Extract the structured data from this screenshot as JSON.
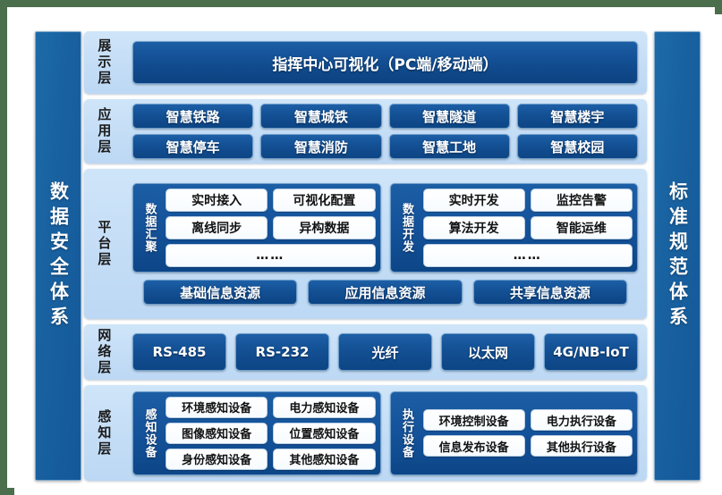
{
  "sidebars": {
    "left": {
      "label": "数据安全体系"
    },
    "right": {
      "label": "标准规范体系"
    }
  },
  "layers": {
    "display": {
      "label": "展示层",
      "banner": "指挥中心可视化（PC端/移动端）"
    },
    "application": {
      "label": "应用层",
      "items": [
        "智慧铁路",
        "智慧城铁",
        "智慧隧道",
        "智慧楼宇",
        "智慧停车",
        "智慧消防",
        "智慧工地",
        "智慧校园"
      ]
    },
    "platform": {
      "label": "平台层",
      "groups": [
        {
          "title": "数据汇聚",
          "rows": [
            [
              "实时接入",
              "可视化配置"
            ],
            [
              "离线同步",
              "异构数据"
            ]
          ],
          "more": "……"
        },
        {
          "title": "数据开发",
          "rows": [
            [
              "实时开发",
              "监控告警"
            ],
            [
              "算法开发",
              "智能运维"
            ]
          ],
          "more": "……"
        }
      ],
      "resources": [
        "基础信息资源",
        "应用信息资源",
        "共享信息资源"
      ]
    },
    "network": {
      "label": "网络层",
      "items": [
        "RS-485",
        "RS-232",
        "光纤",
        "以太网",
        "4G/NB-IoT"
      ]
    },
    "sensing": {
      "label": "感知层",
      "groups": [
        {
          "title": "感知设备",
          "rows": [
            [
              "环境感知设备",
              "电力感知设备"
            ],
            [
              "图像感知设备",
              "位置感知设备"
            ],
            [
              "身份感知设备",
              "其他感知设备"
            ]
          ]
        },
        {
          "title": "执行设备",
          "rows": [
            [
              "环境控制设备",
              "电力执行设备"
            ],
            [
              "信息发布设备",
              "其他执行设备"
            ]
          ]
        }
      ]
    }
  },
  "colors": {
    "outer_background": "#4b6e4c",
    "panel_background": "#cfe5f9",
    "accent_blue": "#14529a",
    "sidebar_blue": "#18609f",
    "box_white": "#ffffff"
  }
}
